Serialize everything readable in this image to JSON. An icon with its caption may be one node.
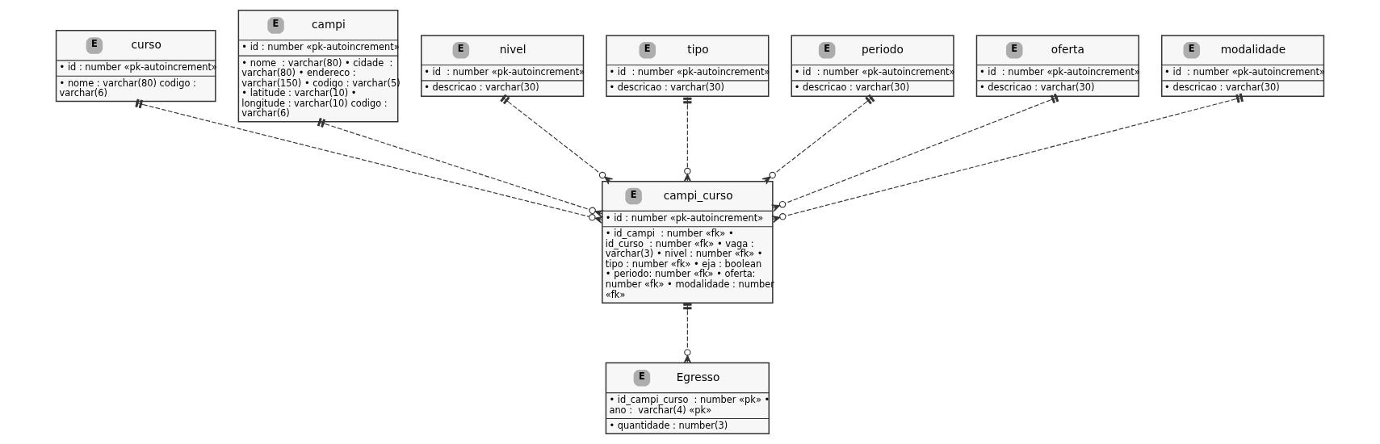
{
  "diagram": {
    "nodes": [
      {
        "text": [
          "E",
          "curso",
          "• id : number «pk-autoincrement»",
          "• nome : varchar(80) codigo : varchar(6)"
        ]
      },
      {
        "text": [
          "E",
          "campi",
          "• id : number «pk-autoincrement»",
          "• nome  : varchar(80) • cidade  : varchar(80) • endereco : varchar(150) • codigo : varchar(5) • latitude : varchar(10) • longitude : varchar(10) codigo : varchar(6)"
        ]
      },
      {
        "text": [
          "E",
          "nivel",
          "• id  : number «pk-autoincrement»",
          "• descricao : varchar(30)"
        ]
      },
      {
        "text": [
          "E",
          "tipo",
          "• id  : number «pk-autoincrement»",
          "• descricao : varchar(30)"
        ]
      },
      {
        "text": [
          "E",
          "periodo",
          "• id  : number «pk-autoincrement»",
          "• descricao : varchar(30)"
        ]
      },
      {
        "text": [
          "E",
          "oferta",
          "• id  : number «pk-autoincrement»",
          "• descricao : varchar(30)"
        ]
      },
      {
        "text": [
          "E",
          "modalidade",
          "• id  : number «pk-autoincrement»",
          "• descricao : varchar(30)"
        ]
      },
      {
        "text": [
          "E",
          "campi_curso",
          "• id : number «pk-autoincrement»",
          "• id_campi  : number «fk» • id_curso  : number «fk» • vaga : varchar(3) • nivel : number «fk» • tipo : number «fk» • eja : boolean • periodo: number «fk» • oferta: number «fk» • modalidade : number «fk»"
        ]
      },
      {
        "text": [
          "E",
          "Egresso",
          "• id_campi_curso  : number «pk» • ano :  varchar(4) «pk»",
          "• quantidade : number(3)"
        ]
      }
    ],
    "edges": [
      {
        "from": 0,
        "to": 7,
        "arrow": "other",
        "style": "dashed"
      },
      {
        "from": 1,
        "to": 7,
        "arrow": "other",
        "style": "dashed"
      },
      {
        "from": 2,
        "to": 7,
        "arrow": "other",
        "style": "dashed"
      },
      {
        "from": 3,
        "to": 7,
        "arrow": "other",
        "style": "dashed"
      },
      {
        "from": 4,
        "to": 7,
        "arrow": "other",
        "style": "dashed"
      },
      {
        "from": 5,
        "to": 7,
        "arrow": "other",
        "style": "dashed"
      },
      {
        "from": 6,
        "to": 7,
        "arrow": "other",
        "style": "dashed"
      },
      {
        "from": 7,
        "to": 8,
        "arrow": "other",
        "style": "dashed"
      }
    ]
  }
}
